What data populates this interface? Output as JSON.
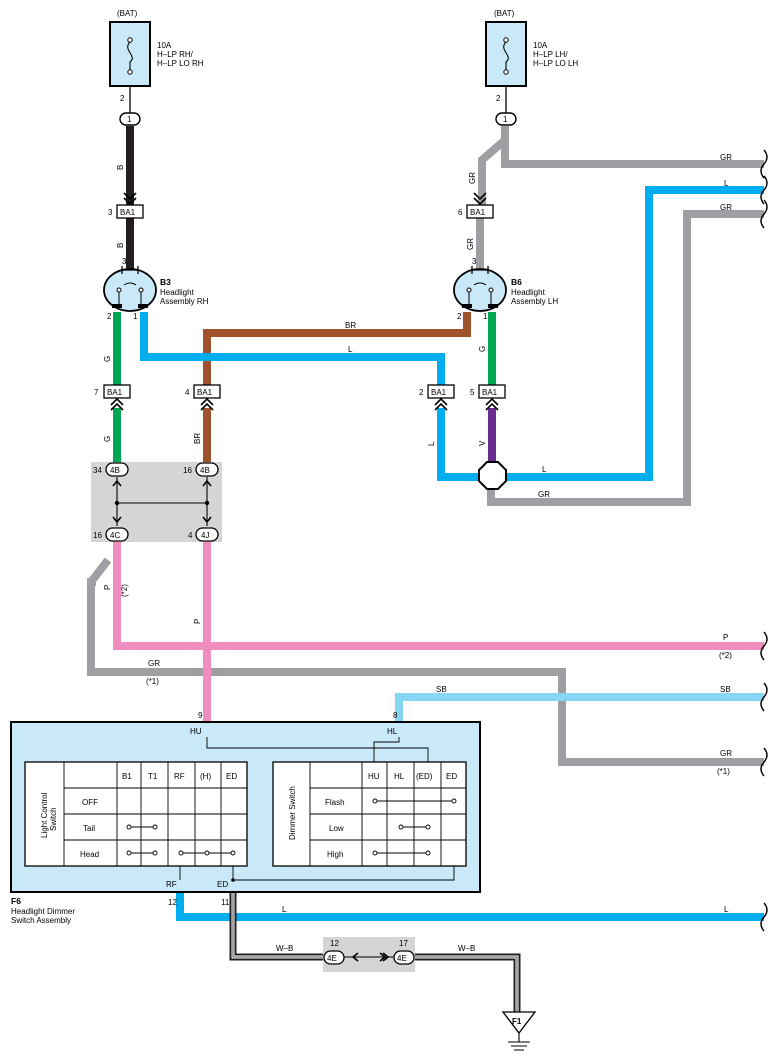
{
  "colors": {
    "black": "#231f20",
    "gray": "#9d9fa2",
    "blue": "#00aeef",
    "green": "#00a651",
    "brown": "#a0522d",
    "violet": "#6a2c91",
    "pink": "#f08dbf",
    "skyblue": "#87d5f5",
    "component_fill": "#c9e9f9",
    "junction_fill": "#d4d5d7",
    "wb_white": "#ffffff"
  },
  "fuse_rh": {
    "supply": "(BAT)",
    "rating": "10A",
    "name_1": "H–LP RH/",
    "name_2": "H–LP LO RH",
    "pin": "2",
    "splice": "1"
  },
  "fuse_lh": {
    "supply": "(BAT)",
    "rating": "10A",
    "name_1": "H–LP LH/",
    "name_2": "H–LP LO LH",
    "pin": "2",
    "splice": "1"
  },
  "connectors": {
    "ba1": "BA1",
    "pin_rh_top": "3",
    "pin_lh_top": "6",
    "pin_g": "7",
    "pin_br": "4",
    "pin_l": "2",
    "pin_v": "5"
  },
  "headlight_rh": {
    "code": "B3",
    "name_1": "Headlight",
    "name_2": "Assembly RH",
    "pin_top": "3",
    "pin_left": "2",
    "pin_right": "1"
  },
  "headlight_lh": {
    "code": "B6",
    "name_1": "Headlight",
    "name_2": "Assembly LH",
    "pin_top": "3",
    "pin_left": "2",
    "pin_right": "1"
  },
  "junction": {
    "left_top": "4B",
    "left_top_pin": "34",
    "right_top": "4B",
    "right_top_pin": "16",
    "left_bot": "4C",
    "left_bot_pin": "16",
    "right_bot": "4J",
    "right_bot_pin": "4"
  },
  "wire_labels": {
    "b": "B",
    "gr": "GR",
    "l": "L",
    "g": "G",
    "br": "BR",
    "v": "V",
    "p": "P",
    "sb": "SB",
    "wb": "W–B",
    "note2": "(*2)",
    "note1": "(*1)"
  },
  "switch_assembly": {
    "code": "F6",
    "name_1": "Headlight Dimmer",
    "name_2": "Switch Assembly",
    "pin_hu": "9",
    "pin_hl": "8",
    "term_hu": "HU",
    "term_hl": "HL",
    "term_rf": "RF",
    "term_ed": "ED",
    "pin_rf": "12",
    "pin_ed": "11"
  },
  "light_switch": {
    "title_1": "Light Control",
    "title_2": "Switch",
    "columns": [
      "B1",
      "T1",
      "RF",
      "(H)",
      "ED"
    ],
    "rows": [
      "OFF",
      "Tail",
      "Head"
    ]
  },
  "dimmer_switch": {
    "title": "Dimmer Switch",
    "columns": [
      "HU",
      "HL",
      "(ED)",
      "ED"
    ],
    "rows": [
      "Flash",
      "Low",
      "High"
    ]
  },
  "ground_junction": {
    "left": "4E",
    "left_pin": "12",
    "right": "4E",
    "right_pin": "17"
  },
  "ground": {
    "code": "F1"
  }
}
